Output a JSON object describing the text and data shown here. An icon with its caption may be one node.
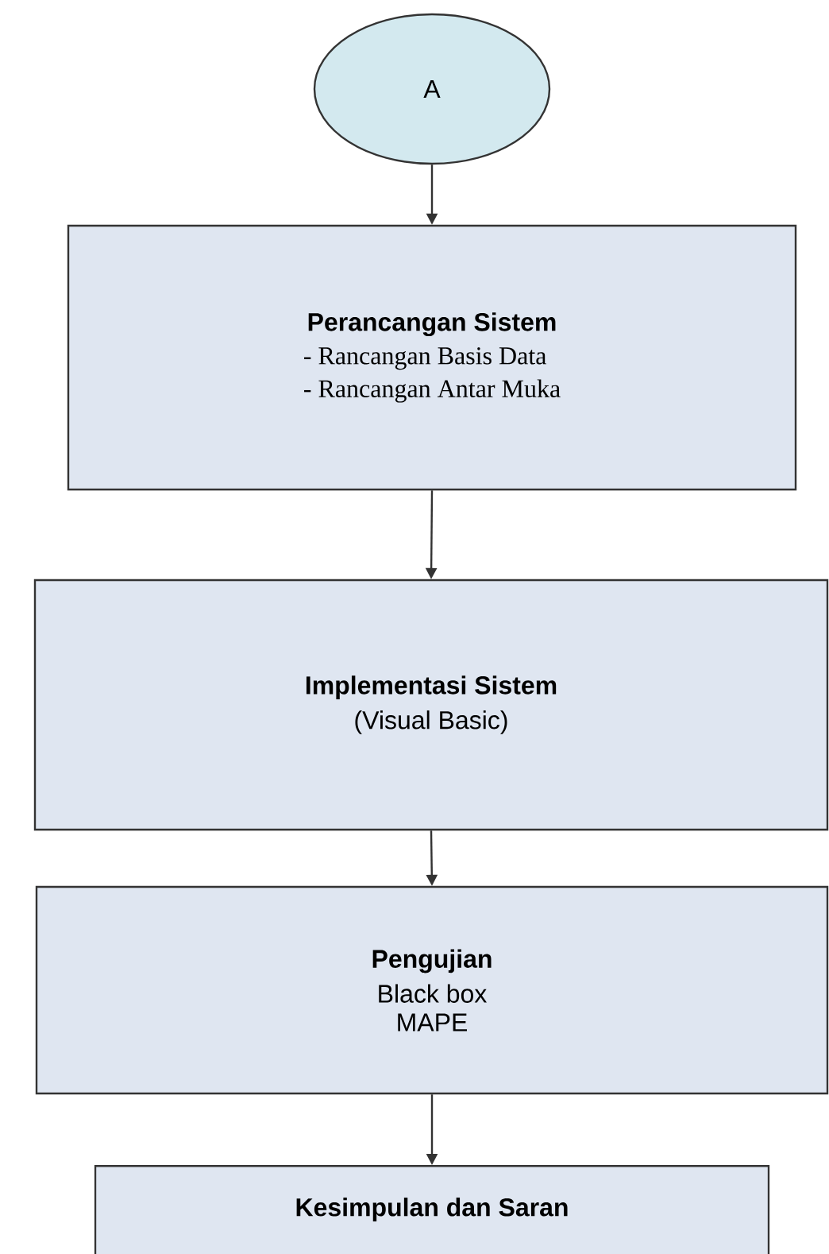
{
  "diagram": {
    "nodes": [
      {
        "text": [
          "A"
        ]
      },
      {
        "text": [
          "Perancangan Sistem",
          "- Rancangan Basis Data",
          "- Rancangan Antar Muka"
        ]
      },
      {
        "text": [
          "Implementasi Sistem",
          "(Visual Basic)"
        ]
      },
      {
        "text": [
          "Pengujian",
          "Black box",
          "MAPE"
        ]
      },
      {
        "text": [
          "Kesimpulan dan Saran"
        ]
      }
    ],
    "edges": [
      {
        "from": 0,
        "to": 1,
        "arrow": "to"
      },
      {
        "from": 1,
        "to": 2,
        "arrow": "to"
      },
      {
        "from": 2,
        "to": 3,
        "arrow": "to"
      },
      {
        "from": 3,
        "to": 4,
        "arrow": "to"
      }
    ]
  }
}
